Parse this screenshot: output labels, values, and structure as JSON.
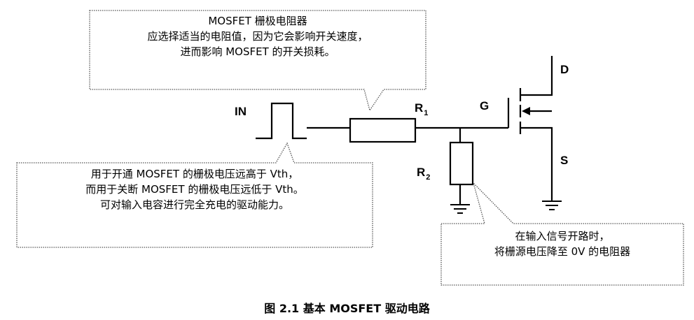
{
  "callouts": {
    "gate_resistor": {
      "lines": [
        "MOSFET 栅极电阻器",
        "应选择适当的电阻值，因为它会影响开关速度，",
        "进而影响 MOSFET 的开关损耗。"
      ]
    },
    "drive_capability": {
      "lines": [
        "用于开通 MOSFET 的栅极电压远高于 Vth，",
        "而用于关断 MOSFET 的栅极电压远低于 Vth。",
        "可对输入电容进行完全充电的驱动能力。"
      ]
    },
    "pulldown_resistor": {
      "lines": [
        "在输入信号开路时，",
        "将栅源电压降至 0V 的电阻器"
      ]
    }
  },
  "labels": {
    "in": "IN",
    "r1": "R",
    "r1_sub": "1",
    "r2": "R",
    "r2_sub": "2",
    "g": "G",
    "d": "D",
    "s": "S"
  },
  "caption": "图 2.1  基本 MOSFET 驱动电路"
}
